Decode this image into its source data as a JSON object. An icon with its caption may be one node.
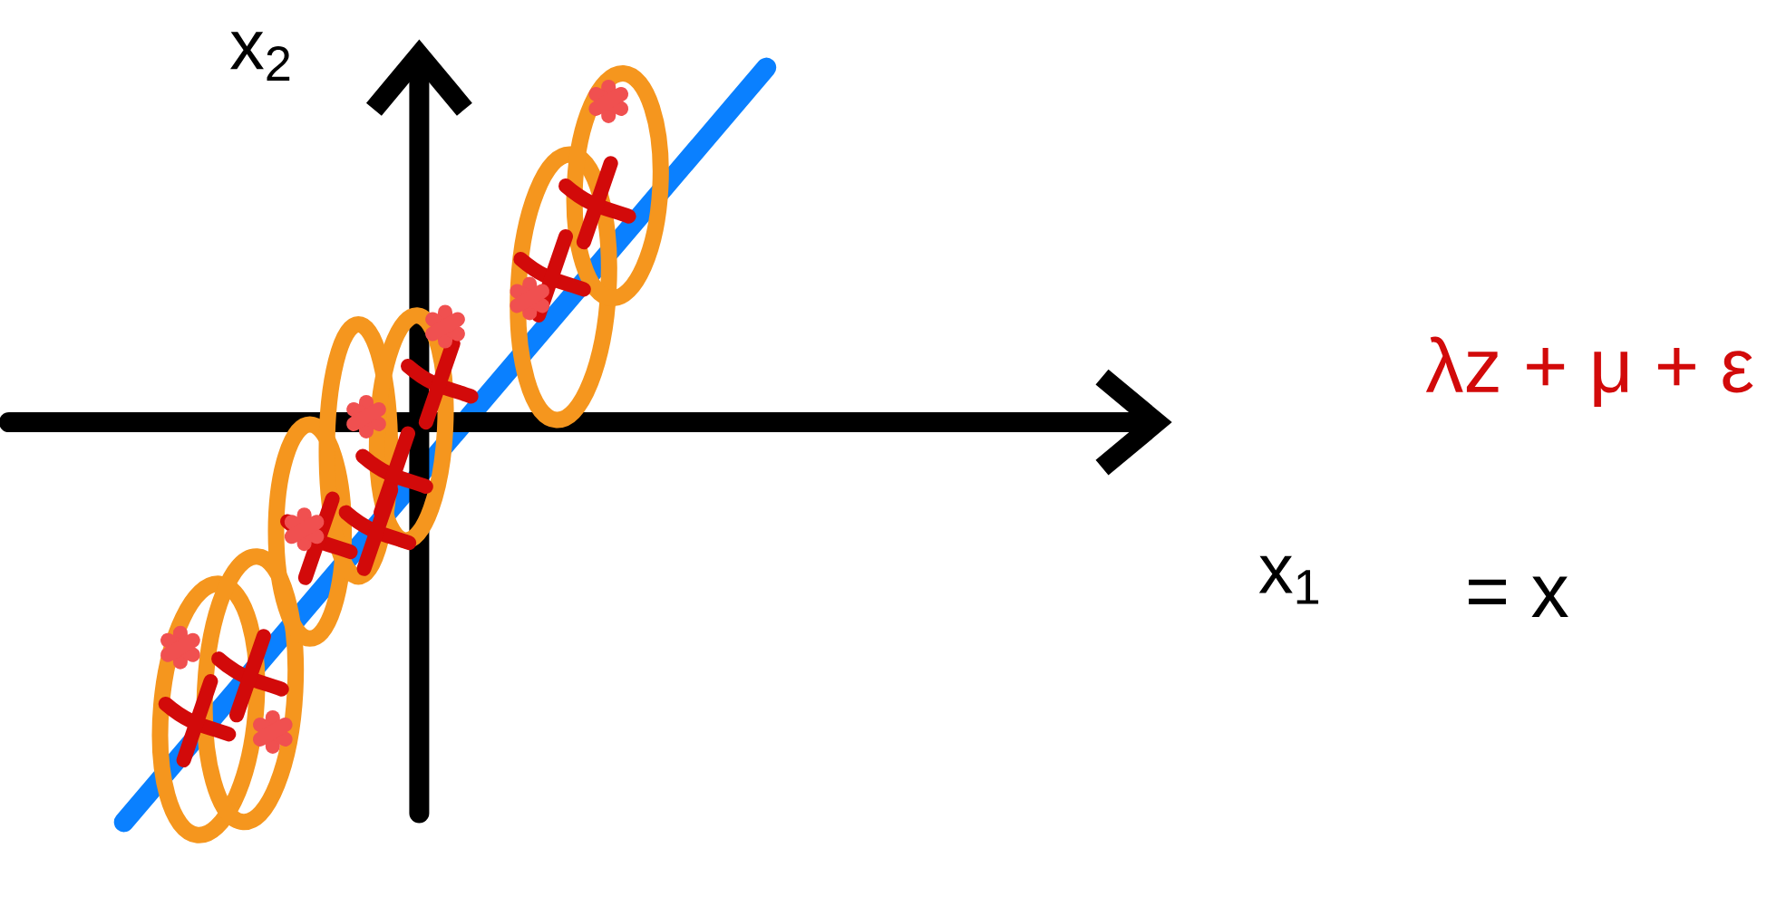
{
  "diagram": {
    "labels": [
      "x$_{2}$",
      "x$_{1}$",
      "λz + μ + ε",
      "= x"
    ]
  }
}
